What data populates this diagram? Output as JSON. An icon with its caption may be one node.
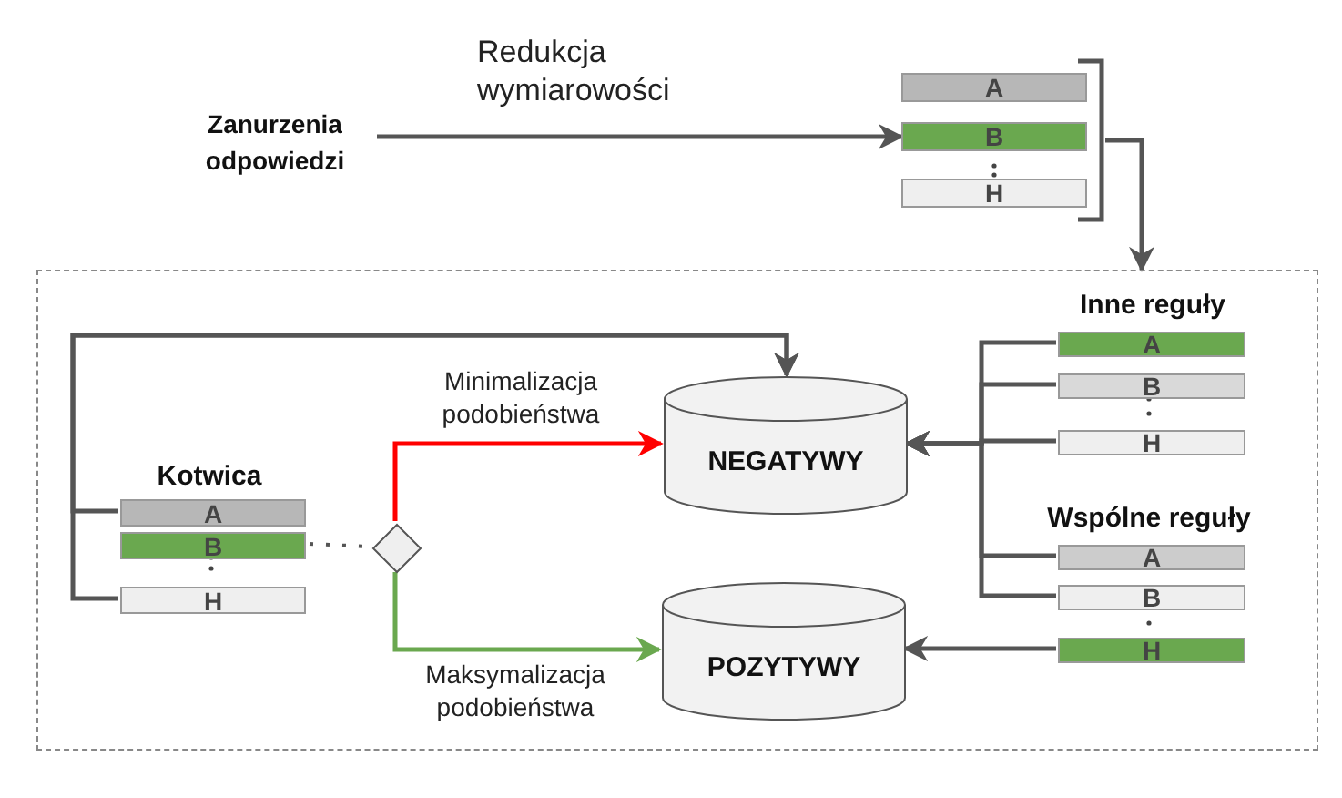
{
  "diagram": {
    "nodes": [
      {
        "text": [
          "Zanurzenia odpowiedzi"
        ]
      },
      {
        "text": [
          "A"
        ]
      },
      {
        "text": [
          "B"
        ]
      },
      {
        "text": [
          "H"
        ]
      },
      {
        "text": [],
        "shape": "box"
      },
      {
        "text": [
          "A"
        ],
        "in": 4
      },
      {
        "text": [
          "B"
        ],
        "in": 4
      },
      {
        "text": [
          "H"
        ],
        "in": 4
      },
      {
        "text": [],
        "shape": "diamond",
        "in": 4
      },
      {
        "text": [
          "NEGATYWY"
        ],
        "in": 4
      },
      {
        "text": [
          "POZYTYWY"
        ],
        "in": 4
      },
      {
        "text": [
          "A"
        ],
        "in": 4
      },
      {
        "text": [
          "B"
        ],
        "in": 4
      },
      {
        "text": [
          "H"
        ],
        "in": 4
      },
      {
        "text": [
          "A"
        ],
        "in": 4
      },
      {
        "text": [
          "B"
        ],
        "in": 4
      },
      {
        "text": [
          "H"
        ],
        "in": 4
      },
      {
        "text": [],
        "shape": "bracket"
      }
    ],
    "edges": [
      {
        "from": 0,
        "to": 2,
        "arrow": "to",
        "label": "Redukcja wymiarowości"
      },
      {
        "from": 17,
        "to": 4,
        "arrow": "to"
      },
      {
        "from": 6,
        "to": 8,
        "arrow": "none",
        "style": "dashed"
      },
      {
        "from": 8,
        "to": 9,
        "arrow": "to",
        "label": "Minimalizacja podobieństwa",
        "color": "#ff0000"
      },
      {
        "from": 8,
        "to": 10,
        "arrow": "to",
        "label": "Maksymalizacja podobieństwa",
        "color": "#6aa84f"
      },
      {
        "from": 5,
        "to": 9,
        "arrow": "to"
      },
      {
        "from": 7,
        "to": 9,
        "arrow": "to"
      },
      {
        "from": 11,
        "to": 9,
        "arrow": "to"
      },
      {
        "from": 12,
        "to": 9,
        "arrow": "to"
      },
      {
        "from": 13,
        "to": 9,
        "arrow": "to"
      },
      {
        "from": 14,
        "to": 9,
        "arrow": "to"
      },
      {
        "from": 15,
        "to": 9,
        "arrow": "to"
      },
      {
        "from": 16,
        "to": 10,
        "arrow": "to"
      }
    ],
    "labels": [
      "Kotwica",
      "Inne reguły",
      "Wspólne reguły"
    ]
  }
}
